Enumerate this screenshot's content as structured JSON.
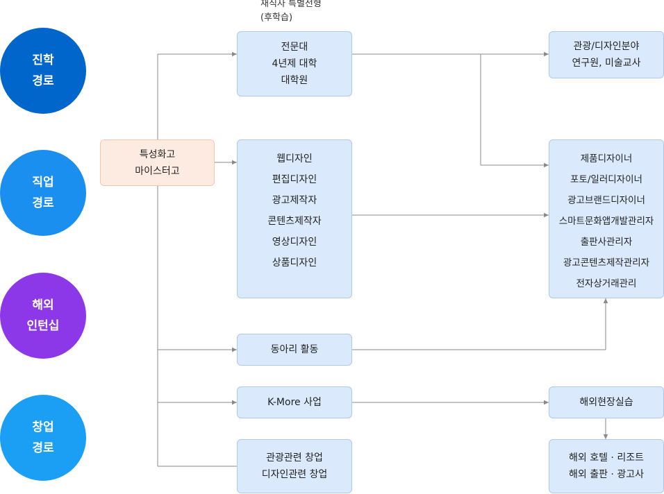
{
  "paths": [
    {
      "lines": [
        "진학",
        "경로"
      ],
      "color": "#0066cc"
    },
    {
      "lines": [
        "직업",
        "경로"
      ],
      "color": "#1a8ff0"
    },
    {
      "lines": [
        "해외",
        "인턴십"
      ],
      "color": "#8c38e8"
    },
    {
      "lines": [
        "창업",
        "경로"
      ],
      "color": "#1a9ff5"
    }
  ],
  "note": [
    "재직자 특별전형",
    "(후학습)"
  ],
  "start": [
    "특성화고",
    "마이스터고"
  ],
  "middle": {
    "college": [
      "전문대",
      "4년제 대학",
      "대학원"
    ],
    "jobs": [
      "웹디자인",
      "편집디자인",
      "광고제작자",
      "콘텐츠제작자",
      "영상디자인",
      "상품디자인"
    ],
    "club": [
      "동아리 활동"
    ],
    "kmore": [
      "K-More 사업"
    ],
    "startup": [
      "관광관련 창업",
      "디자인관련 창업"
    ]
  },
  "right": {
    "research": [
      "관광/디자인분야",
      "연구원, 미술교사"
    ],
    "careers": [
      "제품디자이너",
      "포토/일러디자이너",
      "광고브랜드디자이너",
      "스마트문화앱개발관리자",
      "출판사관리자",
      "광고콘텐츠제작관리자",
      "전자상거래관리"
    ],
    "overseas_training": [
      "해외현장실습"
    ],
    "overseas_jobs": [
      "해외 호텔 · 리조트",
      "해외 출판 · 광고사"
    ]
  }
}
